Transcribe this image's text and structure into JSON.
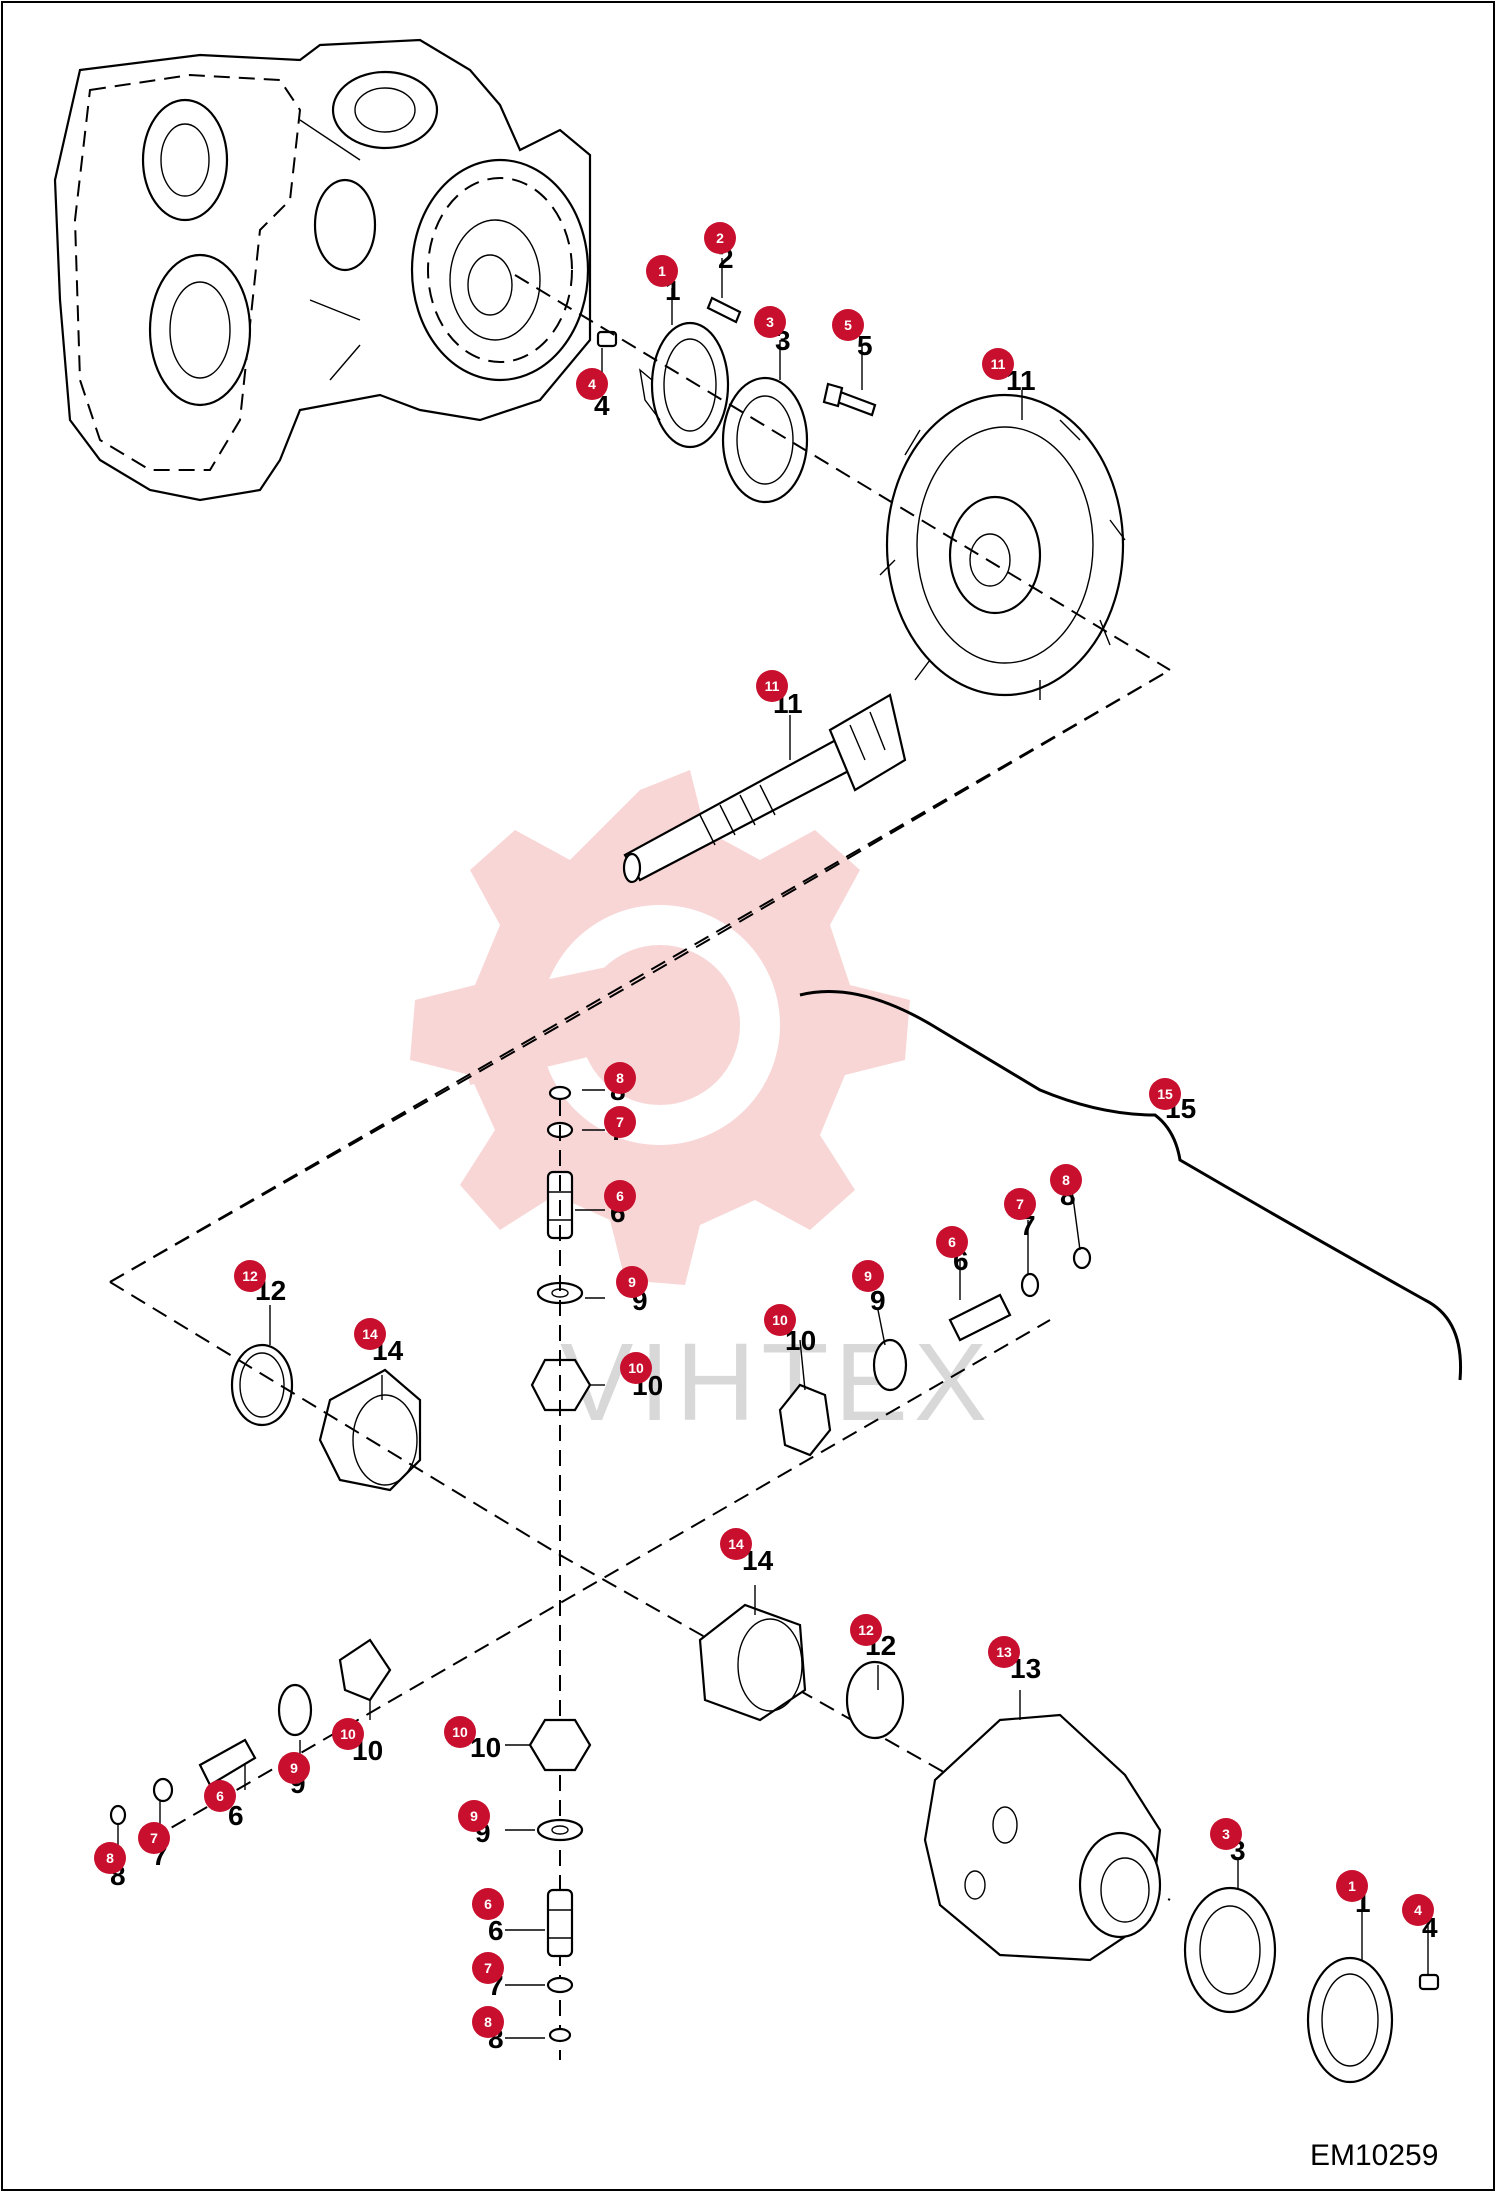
{
  "figure_code": "EM10259",
  "watermark": "VIHTEX",
  "colors": {
    "callout": "#c8102e",
    "watermark": "#f4b5b5",
    "line": "#000000"
  },
  "callouts": [
    {
      "ref": "1"
    },
    {
      "ref": "2"
    },
    {
      "ref": "3"
    },
    {
      "ref": "4"
    },
    {
      "ref": "5"
    },
    {
      "ref": "11"
    },
    {
      "ref": "11"
    },
    {
      "ref": "8"
    },
    {
      "ref": "7"
    },
    {
      "ref": "6"
    },
    {
      "ref": "9"
    },
    {
      "ref": "10"
    },
    {
      "ref": "15"
    },
    {
      "ref": "8"
    },
    {
      "ref": "7"
    },
    {
      "ref": "6"
    },
    {
      "ref": "9"
    },
    {
      "ref": "10"
    },
    {
      "ref": "12"
    },
    {
      "ref": "14"
    },
    {
      "ref": "14"
    },
    {
      "ref": "12"
    },
    {
      "ref": "13"
    },
    {
      "ref": "10"
    },
    {
      "ref": "9"
    },
    {
      "ref": "6"
    },
    {
      "ref": "7"
    },
    {
      "ref": "8"
    },
    {
      "ref": "10"
    },
    {
      "ref": "9"
    },
    {
      "ref": "6"
    },
    {
      "ref": "7"
    },
    {
      "ref": "8"
    },
    {
      "ref": "3"
    },
    {
      "ref": "1"
    },
    {
      "ref": "4"
    }
  ]
}
